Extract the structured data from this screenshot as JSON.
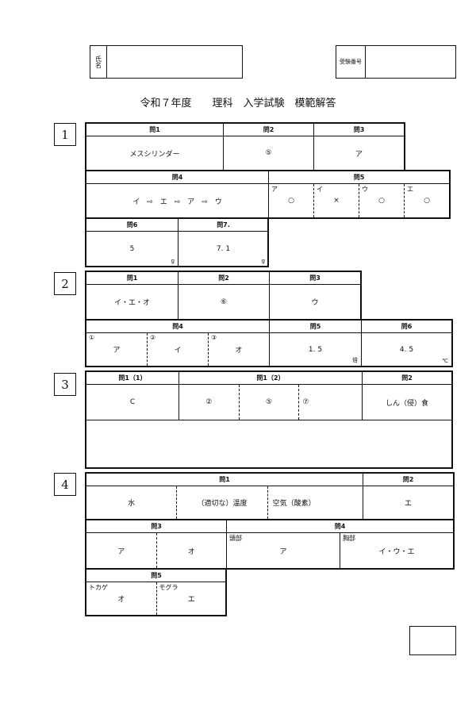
{
  "header": {
    "name_label": "氏名",
    "exam_number_label": "受験番号",
    "title": "令和７年度　　理科　入学試験　模範解答"
  },
  "sections": [
    {
      "number": "1",
      "q1": {
        "label": "問1",
        "answer": "メスシリンダー"
      },
      "q2": {
        "label": "問2",
        "answer": "⑤"
      },
      "q3": {
        "label": "問3",
        "answer": "ア"
      },
      "q4": {
        "label": "問4",
        "answer": "イ　⇨　エ　⇨　ア　⇨　ウ"
      },
      "q5": {
        "label": "問5",
        "items": [
          {
            "tag": "ア",
            "answer": "○"
          },
          {
            "tag": "イ",
            "answer": "×"
          },
          {
            "tag": "ウ",
            "answer": "○"
          },
          {
            "tag": "エ",
            "answer": "○"
          }
        ]
      },
      "q6": {
        "label": "問6",
        "answer": "5",
        "unit": "g"
      },
      "q7": {
        "label": "問7.",
        "answer": "7. 1",
        "unit": "g"
      }
    },
    {
      "number": "2",
      "q1": {
        "label": "問1",
        "answer": "イ・エ・オ"
      },
      "q2": {
        "label": "問2",
        "answer": "⑥"
      },
      "q3": {
        "label": "問3",
        "answer": "ウ"
      },
      "q4": {
        "label": "問4",
        "items": [
          {
            "tag": "①",
            "answer": "ア"
          },
          {
            "tag": "②",
            "answer": "イ"
          },
          {
            "tag": "③",
            "answer": "オ"
          }
        ]
      },
      "q5": {
        "label": "問5",
        "answer": "1. 5",
        "unit": "倍"
      },
      "q6": {
        "label": "問6",
        "answer": "4. 5",
        "unit": "℃"
      }
    },
    {
      "number": "3",
      "q1_1": {
        "label": "問1（1）",
        "answer": "C"
      },
      "q1_2": {
        "label": "問1（2）",
        "items": [
          "②",
          "⑤",
          "⑦"
        ]
      },
      "q2": {
        "label": "問2",
        "answer": "しん（侵）食"
      }
    },
    {
      "number": "4",
      "q1": {
        "label": "問1",
        "items": [
          "水",
          "（適切な）温度",
          "空気（酸素）"
        ]
      },
      "q2": {
        "label": "問2",
        "answer": "エ"
      },
      "q3": {
        "label": "問3",
        "items": [
          "ア",
          "オ"
        ]
      },
      "q4": {
        "label": "問4",
        "items": [
          {
            "tag": "頭部",
            "answer": "ア"
          },
          {
            "tag": "胸部",
            "answer": "イ・ウ・エ"
          }
        ]
      },
      "q5": {
        "label": "問5",
        "items": [
          {
            "tag": "トカゲ",
            "answer": "オ"
          },
          {
            "tag": "モグラ",
            "answer": "エ"
          }
        ]
      }
    }
  ]
}
